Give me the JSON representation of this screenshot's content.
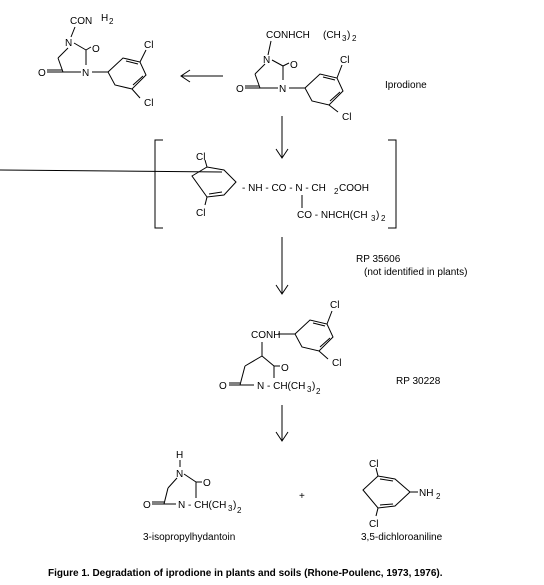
{
  "compounds": {
    "left_top": {
      "group": "CON",
      "group_suffix": "H",
      "sub": "2",
      "o1": "O",
      "o2": "O",
      "n1": "N",
      "n2": "N",
      "cl1": "Cl",
      "cl2": "Cl"
    },
    "iprodione": {
      "group": "CONHCH",
      "group_paren": "(CH",
      "sub": "3",
      "group_close": ")",
      "sub2": "2",
      "o1": "O",
      "o2": "O",
      "n1": "N",
      "n2": "N",
      "cl1": "Cl",
      "cl2": "Cl",
      "name": "Iprodione"
    },
    "rp35606": {
      "chain1_a": "- NH - CO - N - CH",
      "sub1": "2",
      "chain1_b": " COOH",
      "chain2_a": "CO - NHCH(CH",
      "sub2": "3",
      "chain2_b": ")",
      "sub3": "2",
      "cl1": "Cl",
      "cl2": "Cl",
      "name": "RP  35606",
      "note": "(not identified in plants)"
    },
    "rp30228": {
      "group": "CONH",
      "o1": "O",
      "o2": "O",
      "n_chain_a": "N - CH(CH",
      "sub1": "3",
      "n_chain_b": ")",
      "sub2": "2",
      "cl1": "Cl",
      "cl2": "Cl",
      "name": "RP  30228"
    },
    "hydantoin": {
      "h": "H",
      "n1": "N",
      "o1": "O",
      "o2": "O",
      "n_chain_a": "N - CH(CH",
      "sub1": "3",
      "n_chain_b": ")",
      "sub2": "2",
      "name": "3-isopropylhydantoin"
    },
    "plus": "+",
    "aniline": {
      "cl1": "Cl",
      "cl2": "Cl",
      "group": "NH",
      "sub": "2",
      "name": "3,5-dichloroaniline"
    }
  },
  "caption": "Figure 1.  Degradation of iprodione in plants and soils (Rhone-Poulenc, 1973, 1976)."
}
